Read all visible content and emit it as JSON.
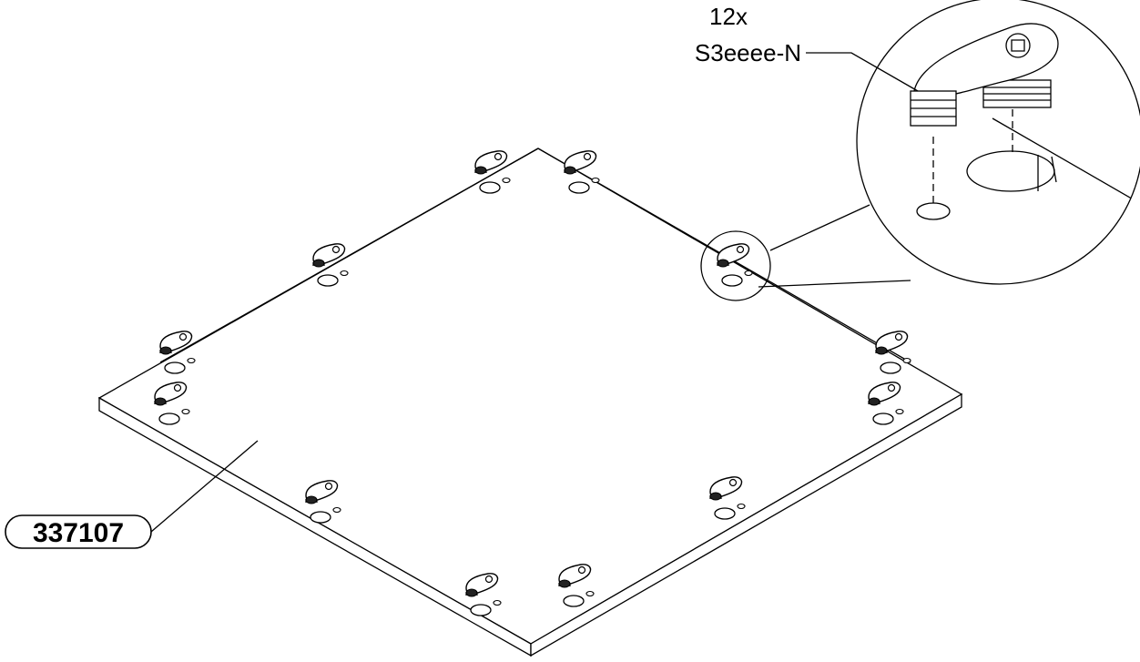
{
  "callout": {
    "quantity": "12x",
    "fitting_code": "S3eeee-N"
  },
  "part_label": "337107",
  "components": {
    "panel": "panel",
    "fitting": "cam-fitting-icon",
    "detail": "magnified-detail-circle"
  },
  "colors": {
    "line": "#000000",
    "background": "#ffffff"
  }
}
